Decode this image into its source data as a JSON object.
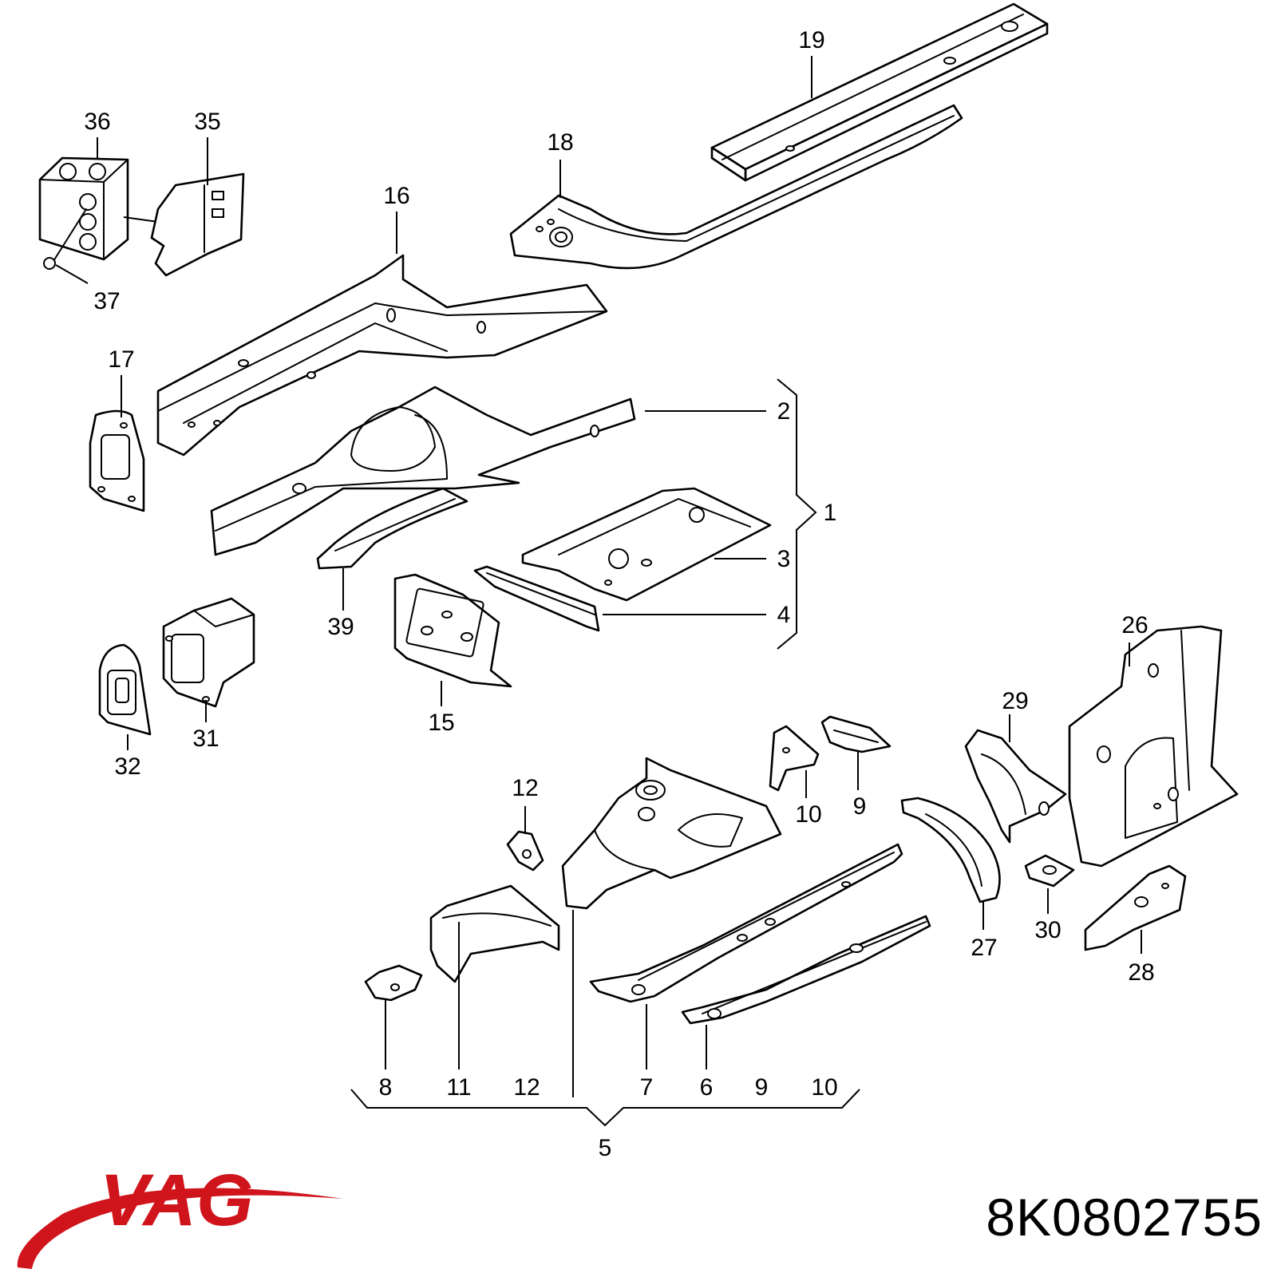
{
  "diagram": {
    "callouts": {
      "c1": "1",
      "c2": "2",
      "c3": "3",
      "c4": "4",
      "c5": "5",
      "c6": "6",
      "c7": "7",
      "c8": "8",
      "c9a": "9",
      "c9b": "9",
      "c10a": "10",
      "c10b": "10",
      "c11": "11",
      "c12a": "12",
      "c12b": "12",
      "c15": "15",
      "c16": "16",
      "c17": "17",
      "c18": "18",
      "c19": "19",
      "c26": "26",
      "c27": "27",
      "c28": "28",
      "c29": "29",
      "c30": "30",
      "c31": "31",
      "c32": "32",
      "c35": "35",
      "c36": "36",
      "c37": "37",
      "c39": "39"
    }
  },
  "footer": {
    "brand": "VAG",
    "part_number": "8K0802755"
  },
  "colors": {
    "brand_red": "#d0141c",
    "line": "#000000",
    "background": "#ffffff"
  }
}
